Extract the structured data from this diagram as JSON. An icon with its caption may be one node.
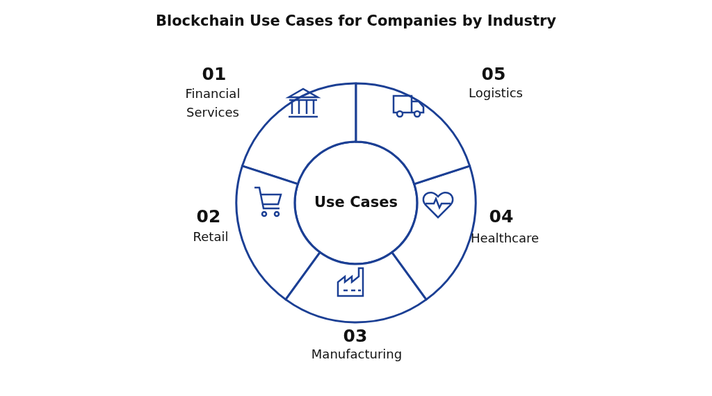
{
  "diagram": {
    "title": "Blockchain Use Cases for Companies by Industry",
    "nodes": [
      {
        "text": [
          "Use Cases"
        ]
      },
      {
        "text": [
          "01",
          "Financial Services"
        ]
      },
      {
        "text": [
          "02",
          "Retail"
        ]
      },
      {
        "text": [
          "03",
          "Manufacturing"
        ]
      },
      {
        "text": [
          "04",
          "Healthcare"
        ]
      },
      {
        "text": [
          "05",
          "Logistics"
        ]
      }
    ],
    "edges": []
  }
}
